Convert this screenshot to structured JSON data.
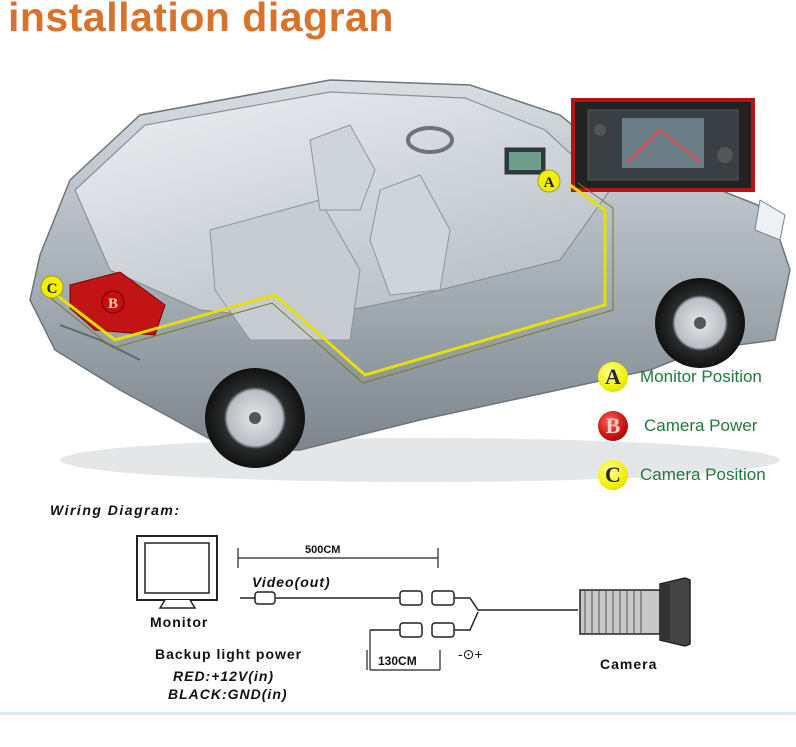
{
  "title": "installation diagran",
  "legend": [
    {
      "letter": "A",
      "text": "Monitor Position",
      "color": "#f1f000"
    },
    {
      "letter": "B",
      "text": "Camera Power",
      "color": "#c41010"
    },
    {
      "letter": "C",
      "text": "Camera Position",
      "color": "#f1f000"
    }
  ],
  "car_markers": {
    "a": "A",
    "b": "B",
    "c": "C"
  },
  "wiring": {
    "title": "Wiring Diagram:",
    "monitor_label": "Monitor",
    "length_label": "500CM",
    "video_label": "Video(out)",
    "power_label": "Backup light power",
    "red_label": "RED:+12V(in)",
    "black_label": "BLACK:GND(in)",
    "short_length_label": "130CM",
    "polarity_symbol": "-⊙+",
    "camera_label": "Camera"
  },
  "colors": {
    "title": "#d9722b",
    "legend_text": "#1f7a3b",
    "wire": "#e6e000"
  }
}
